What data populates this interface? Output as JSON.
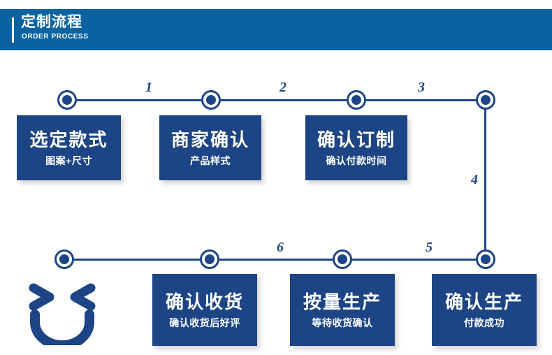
{
  "header": {
    "title": "定制流程",
    "subtitle": "ORDER PROCESS",
    "bg_color": "#0a63a0"
  },
  "theme": {
    "navy": "#1d4586",
    "card_bg": "#1d4585",
    "header_blue": "#0a63a0",
    "text_on_card": "#ffffff"
  },
  "flow": {
    "step_numbers": [
      "1",
      "2",
      "3",
      "4",
      "5",
      "6"
    ],
    "steps": [
      {
        "n": "1",
        "title": "选定款式",
        "subtitle": "图案+尺寸"
      },
      {
        "n": "2",
        "title": "商家确认",
        "subtitle": "产品样式"
      },
      {
        "n": "3",
        "title": "确认订制",
        "subtitle": "确认付款时间"
      },
      {
        "n": "4",
        "title": "确认生产",
        "subtitle": "付款成功"
      },
      {
        "n": "5",
        "title": "按量生产",
        "subtitle": "等待收货确认"
      },
      {
        "n": "6",
        "title": "确认收货",
        "subtitle": "确认收货后好评"
      }
    ]
  },
  "decoration": {
    "smiley_icon": "smiley-face-icon"
  }
}
